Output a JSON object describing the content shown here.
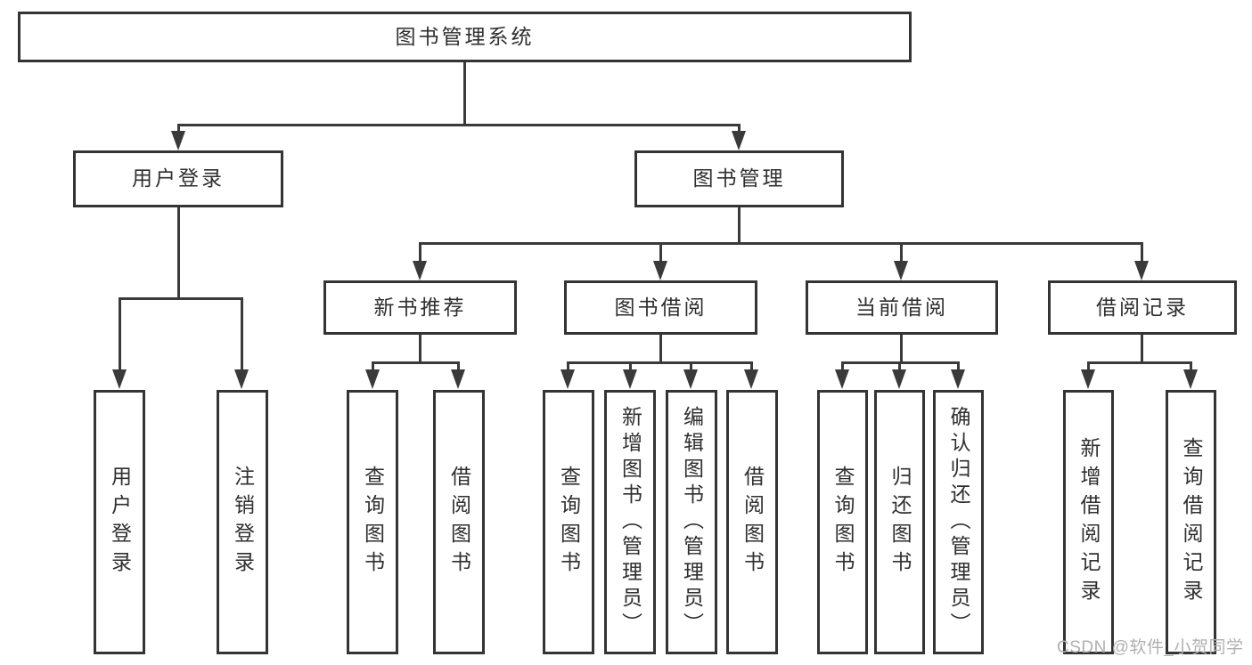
{
  "tree": {
    "root": {
      "label": "图书管理系统"
    },
    "level2": [
      {
        "label": "用户登录"
      },
      {
        "label": "图书管理"
      }
    ],
    "level3": [
      {
        "label": "新书推荐",
        "parent": "图书管理"
      },
      {
        "label": "图书借阅",
        "parent": "图书管理"
      },
      {
        "label": "当前借阅",
        "parent": "图书管理"
      },
      {
        "label": "借阅记录",
        "parent": "图书管理"
      }
    ],
    "leaves": [
      {
        "label": "用户登录",
        "parent": "用户登录"
      },
      {
        "label": "注销登录",
        "parent": "用户登录"
      },
      {
        "label": "查询图书",
        "parent": "新书推荐"
      },
      {
        "label": "借阅图书",
        "parent": "新书推荐"
      },
      {
        "label": "查询图书",
        "parent": "图书借阅"
      },
      {
        "label": "新增图书（管理员）",
        "parent": "图书借阅"
      },
      {
        "label": "编辑图书（管理员）",
        "parent": "图书借阅"
      },
      {
        "label": "借阅图书",
        "parent": "图书借阅"
      },
      {
        "label": "查询图书",
        "parent": "当前借阅"
      },
      {
        "label": "归还图书",
        "parent": "当前借阅"
      },
      {
        "label": "确认归还（管理员）",
        "parent": "当前借阅"
      },
      {
        "label": "新增借阅记录",
        "parent": "借阅记录"
      },
      {
        "label": "查询借阅记录",
        "parent": "借阅记录"
      }
    ]
  },
  "watermark": {
    "text": "CSDN @软件_小贺同学"
  },
  "colors": {
    "line": "#3a3a3a",
    "box_border": "#343434",
    "text": "#2f2f2f",
    "watermark": "#b0b0b0",
    "background": "#ffffff"
  }
}
